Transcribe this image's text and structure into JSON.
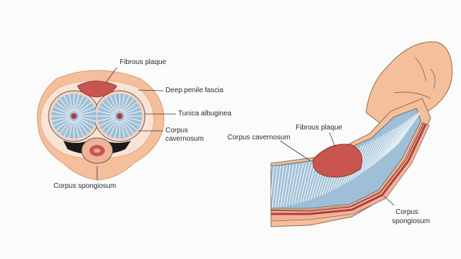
{
  "colors": {
    "skin": "#f4bf9a",
    "plaque": "#c9554f",
    "tunica": "#f6d3c0",
    "spongy_tissue": "#9fbfd6",
    "vessel": "#b33b3b",
    "urethra": "#e8a9a0",
    "outline": "#5a5a5a",
    "background": "#fbfbfb"
  },
  "cross_section": {
    "labels": {
      "fibrous_plaque": "Fibrous plaque",
      "deep_penile_fascia": "Deep penile fascia",
      "tunica_albuginea": "Tunica albuginea",
      "corpus_cavernosum_line1": "Corpus",
      "corpus_cavernosum_line2": "cavernosum",
      "corpus_spongiosum": "Corpus spongiosum"
    }
  },
  "longitudinal_view": {
    "labels": {
      "fibrous_plaque": "Fibrous plaque",
      "corpus_cavernosum": "Corpus cavernosum",
      "corpus_spongiosum_line1": "Corpus",
      "corpus_spongiosum_line2": "spongiosum"
    }
  }
}
